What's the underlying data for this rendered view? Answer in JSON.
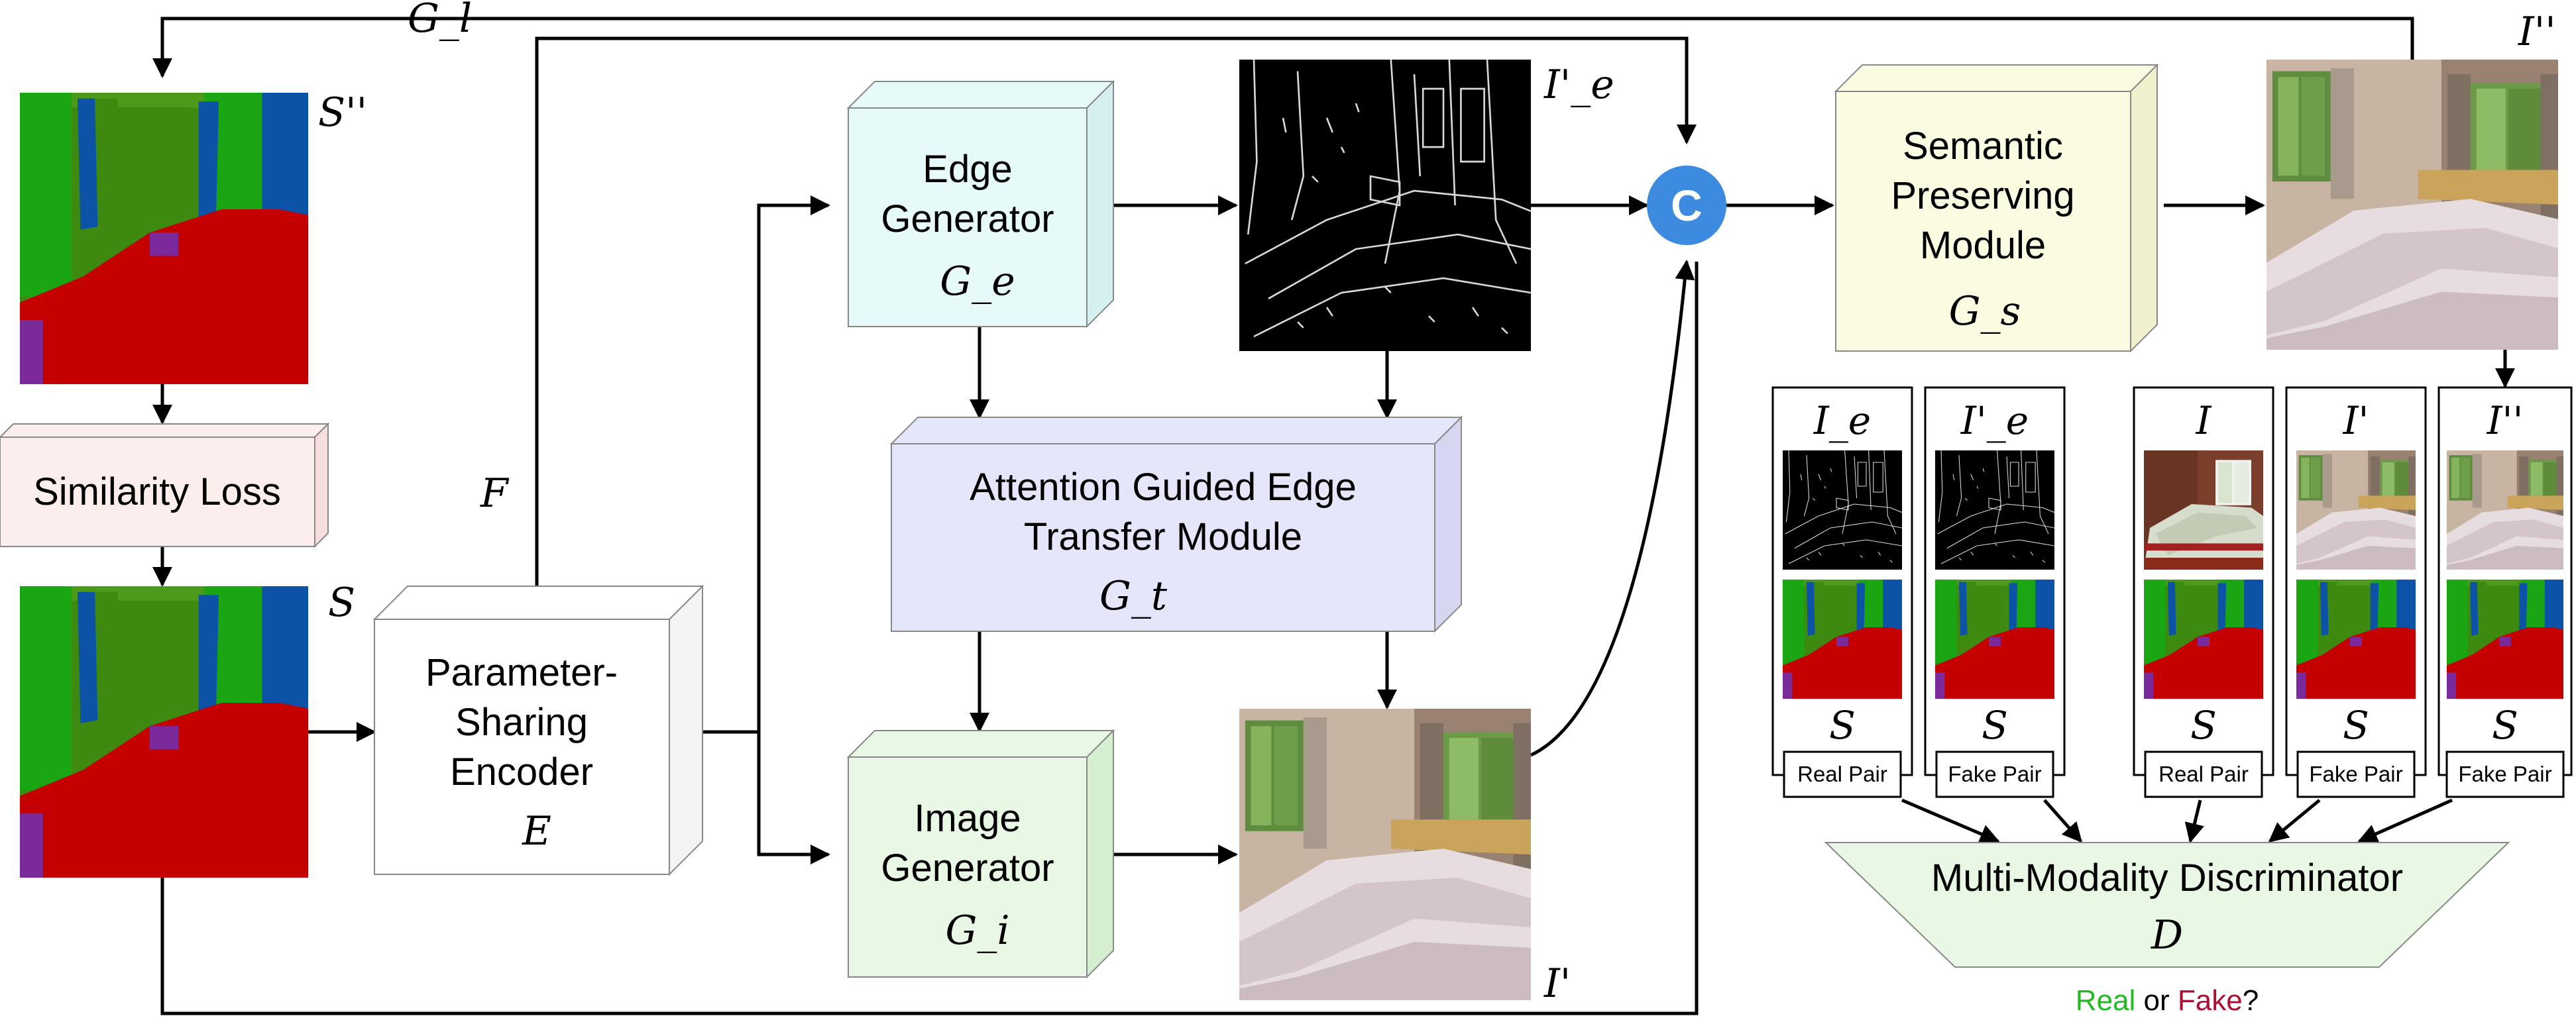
{
  "generator_label": "G_l",
  "feature_label": "F",
  "segmentation_labels": {
    "top": "S''",
    "bottom": "S"
  },
  "similarity_loss": "Similarity Loss",
  "encoder": {
    "line1": "Parameter-",
    "line2": "Sharing",
    "line3": "Encoder",
    "symbol": "E"
  },
  "edge_generator": {
    "line1": "Edge",
    "line2": "Generator",
    "symbol": "G_e"
  },
  "image_generator": {
    "line1": "Image",
    "line2": "Generator",
    "symbol": "G_i"
  },
  "attention_module": {
    "line1": "Attention Guided Edge",
    "line2": "Transfer Module",
    "symbol": "G_t"
  },
  "semantic_module": {
    "line1": "Semantic",
    "line2": "Preserving",
    "line3": "Module",
    "symbol": "G_s"
  },
  "concat_symbol": "C",
  "image_labels": {
    "edge_output": "I'_e",
    "image_output": "I'",
    "final_output": "I''"
  },
  "pairs": [
    {
      "top_label": "I_e",
      "bottom_label": "S",
      "tag": "Real Pair"
    },
    {
      "top_label": "I'_e",
      "bottom_label": "S",
      "tag": "Fake Pair"
    },
    {
      "top_label": "I",
      "bottom_label": "S",
      "tag": "Real Pair"
    },
    {
      "top_label": "I'",
      "bottom_label": "S",
      "tag": "Fake Pair"
    },
    {
      "top_label": "I''",
      "bottom_label": "S",
      "tag": "Fake Pair"
    }
  ],
  "discriminator": {
    "title": "Multi-Modality Discriminator",
    "symbol": "D"
  },
  "result": {
    "real": "Real",
    "or": " or ",
    "fake": "Fake",
    "q": "?"
  },
  "colors": {
    "edge_box": "#e6fafa",
    "image_box": "#e8f8e4",
    "attention_box": "#e6e6fa",
    "semantic_box": "#fbfbe1",
    "similarity_box": "#fdeeee",
    "encoder_box": "#ffffff",
    "concat": "#3d8be0",
    "real": "#22bb22",
    "fake": "#aa1133",
    "seg_green": "#3e8a10",
    "seg_bright_green": "#1aa512",
    "seg_red": "#c40000",
    "seg_blue": "#0c53a8",
    "seg_purple": "#7a2a9a"
  }
}
